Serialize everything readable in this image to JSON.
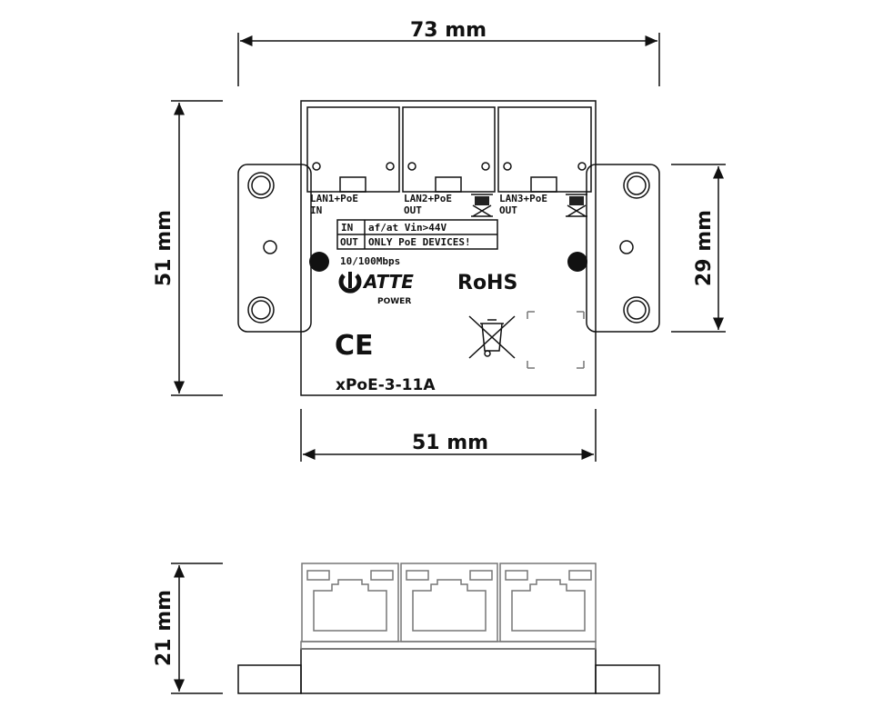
{
  "dimensions": {
    "width_total": "73 mm",
    "height_top": "51 mm",
    "mount_height": "29 mm",
    "width_body": "51 mm",
    "height_side": "21 mm"
  },
  "label": {
    "lan1": "LAN1+PoE",
    "lan1_dir": "IN",
    "lan2": "LAN2+PoE",
    "lan2_dir": "OUT",
    "lan3": "LAN3+PoE",
    "lan3_dir": "OUT",
    "table_in": "IN",
    "table_in_text": "af/at Vin>44V",
    "table_out": "OUT",
    "table_out_text": "ONLY PoE DEVICES!",
    "speed": "10/100Mbps",
    "brand": "ATTE",
    "brand_sub": "POWER",
    "rohs": "RoHS",
    "ce": "CE",
    "model": "xPoE-3-11A"
  }
}
